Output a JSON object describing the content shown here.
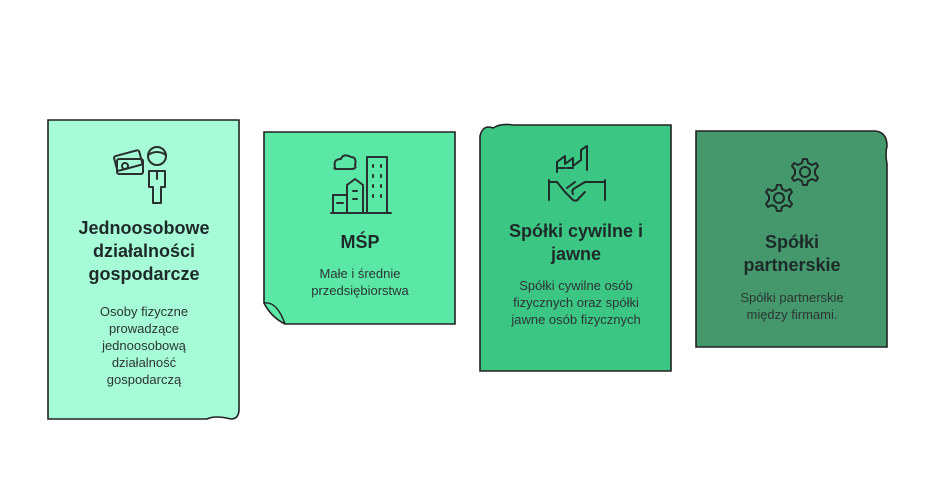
{
  "cards": [
    {
      "title": "Jednoosobowe działalności gospodarcze",
      "description": "Osoby fizyczne prowadzące jednoosobową działalność gospodarczą",
      "fill": "#a6fcd6",
      "icon": "person-with-money-icon"
    },
    {
      "title": "MŚP",
      "description": "Małe i średnie przedsiębiorstwa",
      "fill": "#5be8a6",
      "icon": "city-buildings-icon"
    },
    {
      "title": "Spółki cywilne i jawne",
      "description": "Spółki cywilne osób fizycznych oraz spółki jawne osób fizycznych",
      "fill": "#3cc684",
      "icon": "handshake-factory-icon"
    },
    {
      "title": "Spółki partnerskie",
      "description": "Spółki partnerskie między firmami.",
      "fill": "#44986c",
      "icon": "gears-icon"
    }
  ]
}
